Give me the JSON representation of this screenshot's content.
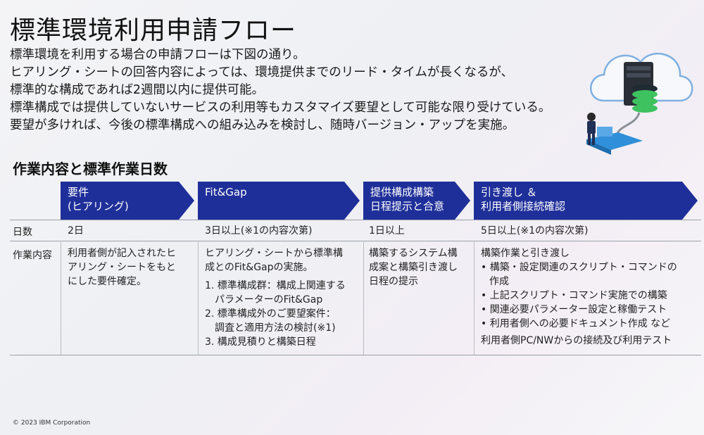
{
  "title": "標準環境利用申請フロー",
  "intro": [
    "標準環境を利用する場合の申請フローは下図の通り。",
    "ヒアリング・シートの回答内容によっては、環境提供までのリード・タイムが長くなるが、",
    "標準的な構成であれば2週間以内に提供可能。",
    "標準構成では提供していないサービスの利用等もカスタマイズ要望として可能な限り受けている。",
    "要望が多ければ、今後の標準構成への組み込みを検討し、随時バージョン・アップを実施。"
  ],
  "section_title": "作業内容と標準作業日数",
  "row_labels": {
    "days": "日数",
    "work": "作業内容"
  },
  "steps": [
    {
      "header": [
        "要件",
        "(ヒアリング)"
      ],
      "days": "2日",
      "work": [
        "利用者側が記入されたヒ",
        "アリング・シートをもと",
        "にした要件確定。"
      ]
    },
    {
      "header": [
        "Fit&Gap"
      ],
      "days": "3日以上(※1の内容次第)",
      "work_intro": [
        "ヒアリング・シートから標準構",
        "成とのFit&Gapの実施。"
      ],
      "items": [
        [
          "1. 標準構成群：構成上関連する",
          "パラメーターのFit&Gap"
        ],
        [
          "2. 標準構成外のご要望案件：",
          "調査と適用方法の検討(※1)"
        ],
        [
          "3. 構成見積りと構築日程"
        ]
      ]
    },
    {
      "header": [
        "提供構成構築",
        "日程提示と合意"
      ],
      "days": "1日以上",
      "work": [
        "構築するシステム構",
        "成案と構築引き渡し",
        "日程の提示"
      ]
    },
    {
      "header": [
        "引き渡し ＆",
        "利用者側接続確認"
      ],
      "days": "5日以上(※1の内容次第)",
      "work_intro": "構築作業と引き渡し",
      "bullets": [
        [
          "• 構築・設定関連のスクリプト・コマンドの",
          "作成"
        ],
        [
          "• 上記スクリプト・コマンド実施での構築"
        ],
        [
          "• 関連必要パラメーター設定と稼働テスト"
        ],
        [
          "• 利用者側への必要ドキュメント作成 など"
        ]
      ],
      "work_outro": "利用者側PC/NWからの接続及び利用テスト"
    }
  ],
  "footer": "© 2023 IBM Corporation",
  "colors": {
    "arrow": "#1f2f9a",
    "server_glow": "#3dc25f",
    "cloud_outline": "#7fb0e0"
  },
  "icons": [
    "cloud-server-illustration",
    "person-at-laptop-icon"
  ]
}
